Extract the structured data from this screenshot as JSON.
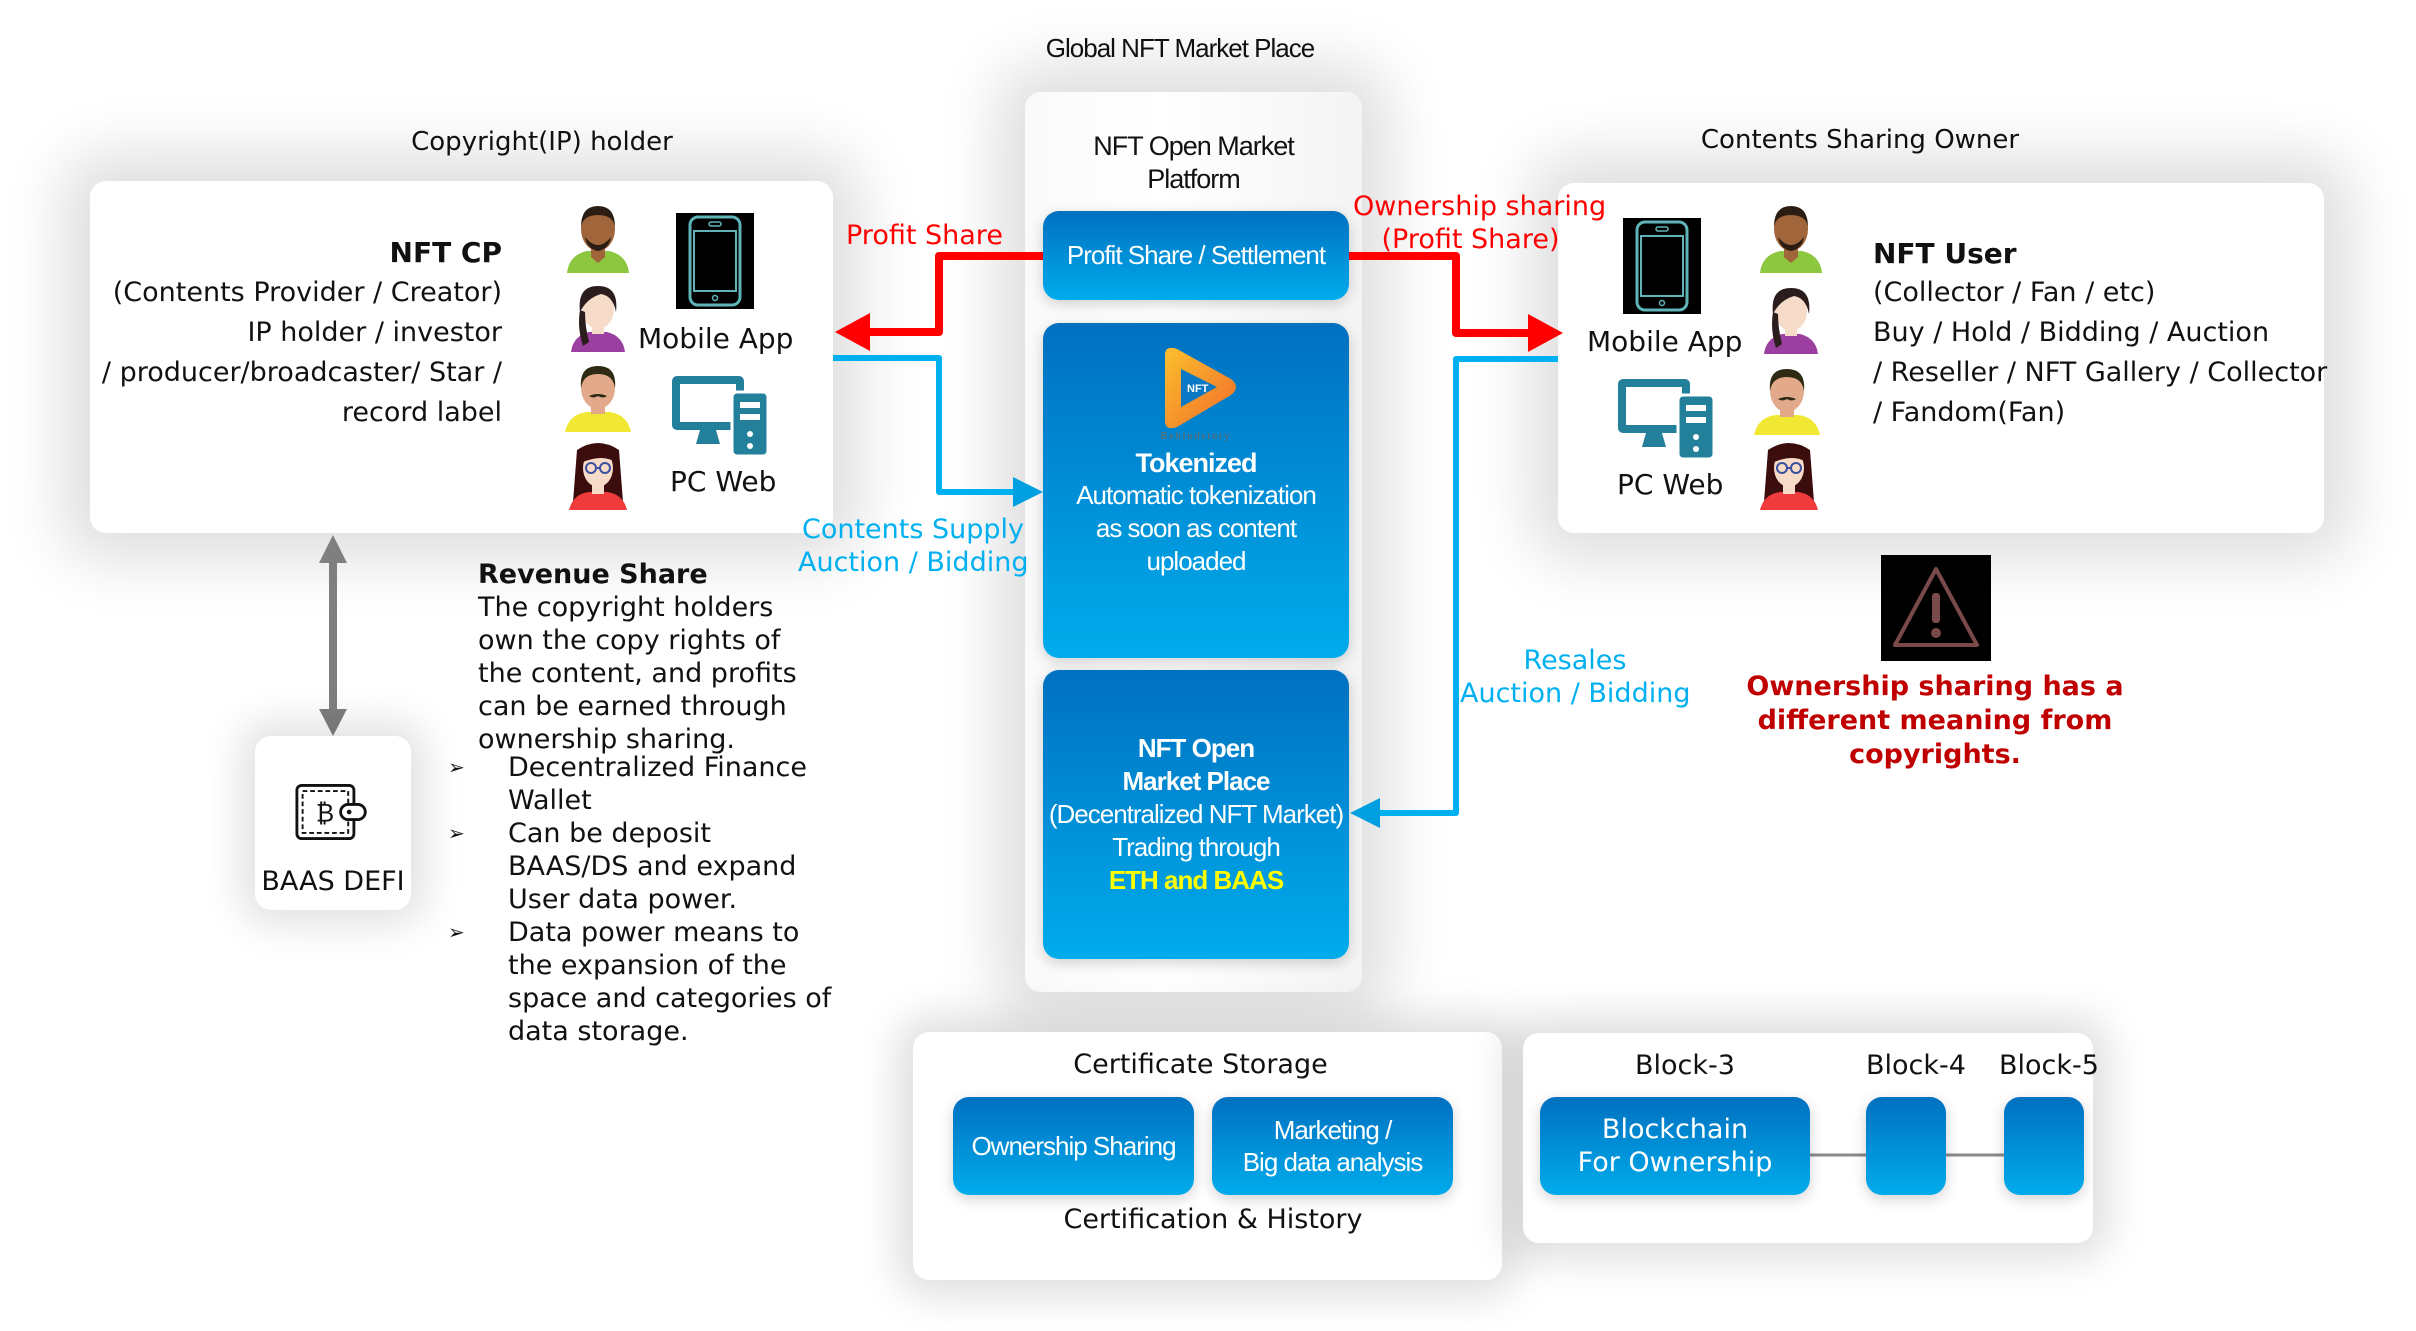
{
  "titles": {
    "left_section": "Copyright(IP) holder",
    "center_section": "Global NFT Market Place",
    "right_section": "Contents Sharing Owner"
  },
  "left_card": {
    "heading": "NFT CP",
    "lines": [
      "(Contents Provider / Creator)",
      "IP holder / investor",
      "/ producer/broadcaster/ Star /",
      "record label"
    ],
    "mobile_label": "Mobile App",
    "pc_label": "PC Web"
  },
  "right_card": {
    "heading": "NFT User",
    "lines": [
      "(Collector / Fan / etc)",
      "Buy / Hold / Bidding / Auction",
      "/ Reseller / NFT Gallery / Collector",
      "/ Fandom(Fan)"
    ],
    "mobile_label": "Mobile App",
    "pc_label": "PC Web"
  },
  "center_panel": {
    "title_line1": "NFT Open Market",
    "title_line2": "Platform",
    "profit_box": "Profit Share / Settlement",
    "tokenized": {
      "logo_text": "NFT",
      "logo_caption": "Behindstory",
      "heading": "Tokenized",
      "lines": [
        "Automatic tokenization",
        "as soon as content",
        "uploaded"
      ]
    },
    "market": {
      "heading1": "NFT Open",
      "heading2": "Market Place",
      "line1": "(Decentralized NFT Market)",
      "line2": "Trading through",
      "highlight": "ETH and BAAS"
    }
  },
  "arrows": {
    "profit_share": "Profit Share",
    "ownership_line1": "Ownership sharing",
    "ownership_line2": "(Profit Share)",
    "contents_line1": "Contents Supply",
    "contents_line2": "Auction / Bidding",
    "resales_line1": "Resales",
    "resales_line2": "Auction / Bidding"
  },
  "revenue": {
    "heading": "Revenue Share",
    "body": [
      "The copyright holders",
      "own the copy rights of",
      "the content, and profits",
      "can be earned through",
      "ownership sharing."
    ],
    "bullets": [
      [
        "Decentralized Finance",
        "Wallet"
      ],
      [
        "Can be deposit",
        "BAAS/DS and expand",
        "User data power."
      ],
      [
        "Data power means to",
        "the expansion of the",
        "space and categories of",
        "data storage."
      ]
    ],
    "bullet_glyph": "➢"
  },
  "baas": {
    "label": "BAAS DEFI",
    "icon": "bitcoin-wallet-icon",
    "symbol": "₿"
  },
  "warning": {
    "icon": "warning-icon",
    "lines": [
      "Ownership sharing has a",
      "different meaning from",
      "copyrights."
    ],
    "color": "#c00000"
  },
  "certificate": {
    "title": "Certificate Storage",
    "box1": "Ownership Sharing",
    "box2_line1": "Marketing /",
    "box2_line2": "Big data analysis",
    "footer": "Certification & History"
  },
  "blocks": {
    "block3_label": "Block-3",
    "block4_label": "Block-4",
    "block5_label": "Block-5",
    "block3_line1": "Blockchain",
    "block3_line2": "For Ownership"
  },
  "colors": {
    "red_arrow": "#ff0000",
    "blue_arrow": "#00b0f0",
    "grey_arrow": "#7f7f7f",
    "box_top": "#0070c0",
    "box_bottom": "#00acec",
    "highlight": "#ffff00"
  }
}
